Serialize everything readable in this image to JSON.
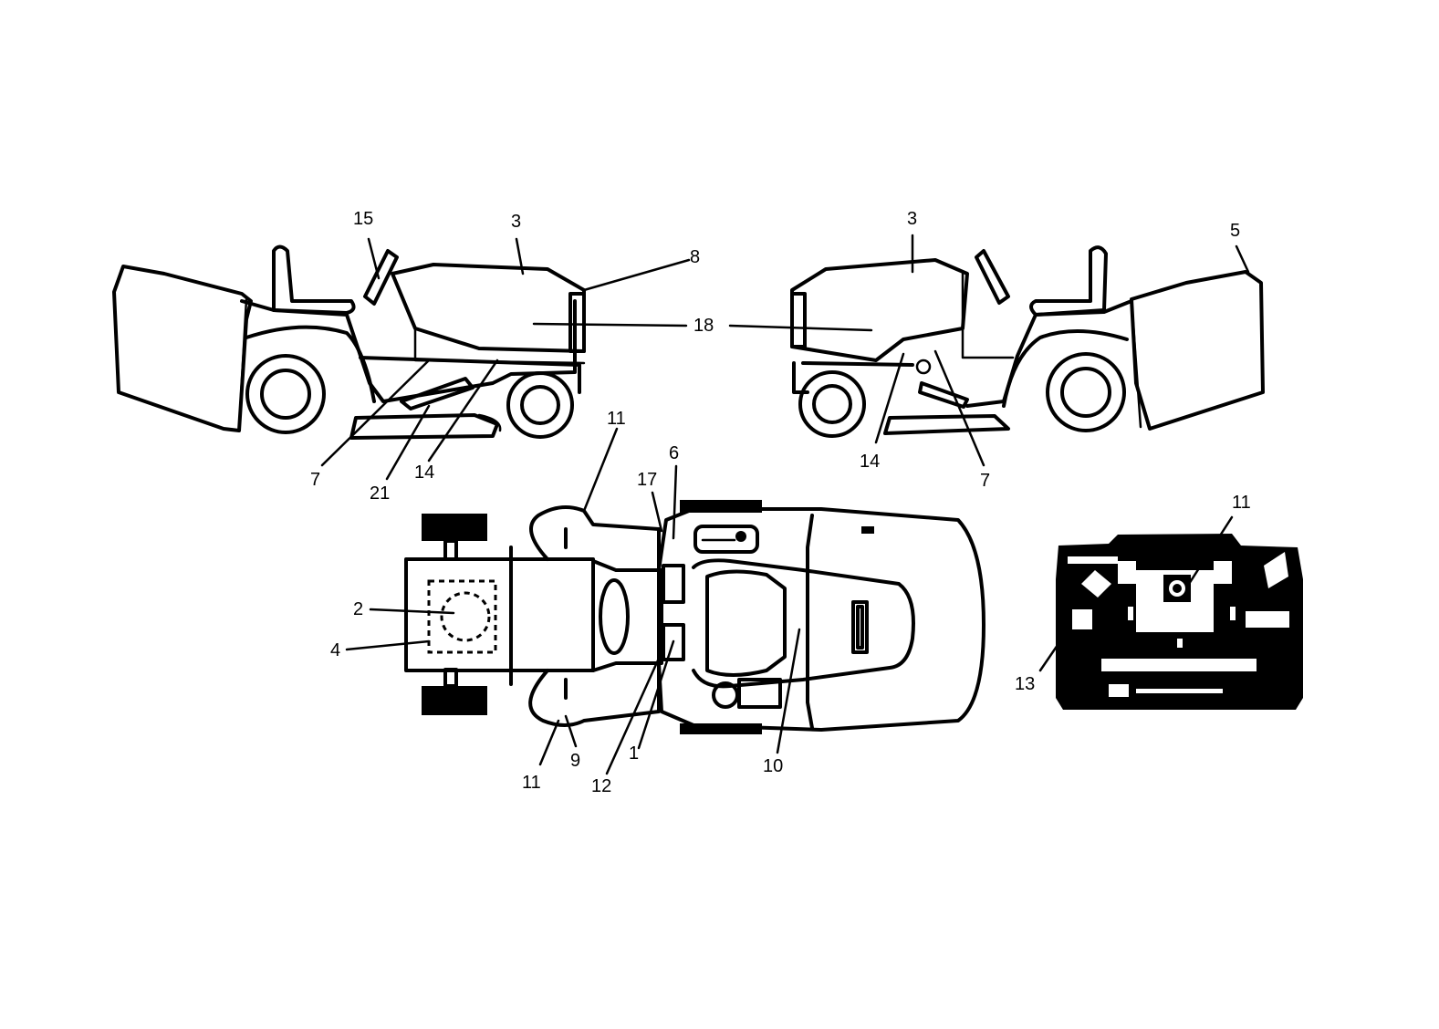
{
  "callouts": {
    "left_15": "15",
    "left_3": "3",
    "left_8": "8",
    "left_18": "18",
    "left_7": "7",
    "left_21": "21",
    "left_14": "14",
    "right_3": "3",
    "right_5": "5",
    "right_14": "14",
    "right_7": "7",
    "top_11a": "11",
    "top_17": "17",
    "top_6": "6",
    "top_2": "2",
    "top_4": "4",
    "top_11b": "11",
    "top_9": "9",
    "top_12": "12",
    "top_1": "1",
    "top_10": "10",
    "panel_11": "11",
    "panel_13": "13"
  }
}
